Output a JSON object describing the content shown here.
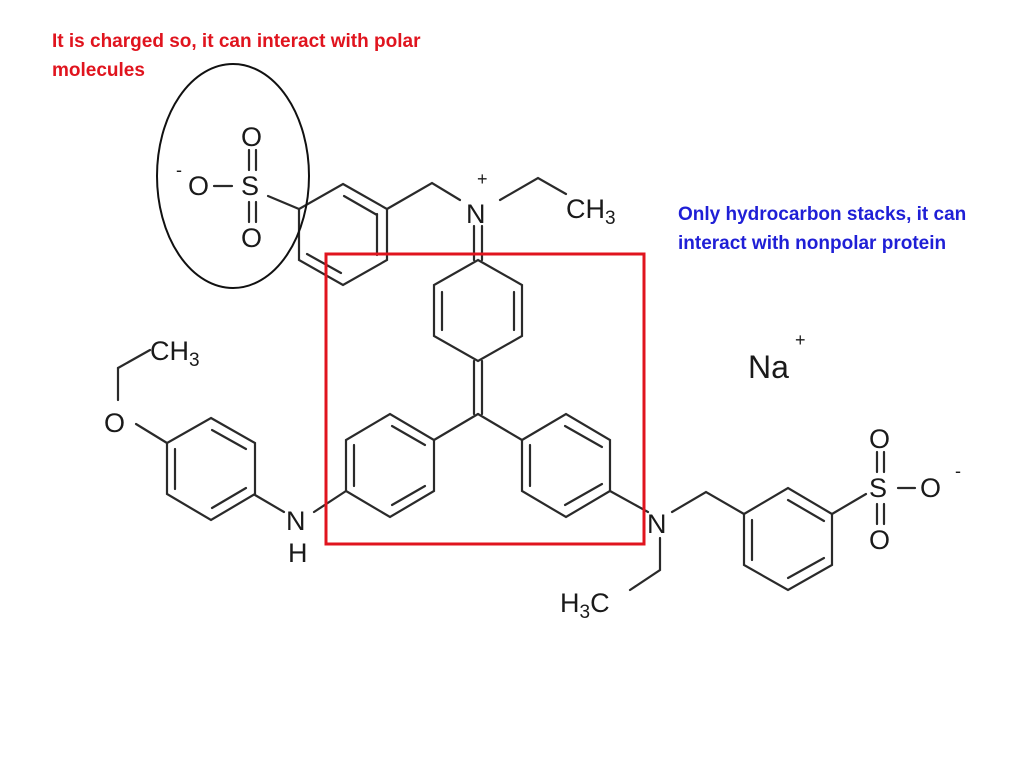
{
  "annotations": {
    "charged_group": {
      "text": "It is charged so, it can interact with polar molecules",
      "color": "#e0141e"
    },
    "hydrocarbon_stack": {
      "text": "Only hydrocarbon stacks, it can interact with nonpolar protein",
      "color": "#1f1fd6"
    }
  },
  "highlight_colors": {
    "ellipse": "#111111",
    "box": "#e0141e"
  },
  "atoms": {
    "o": "O",
    "s": "S",
    "n": "N",
    "h": "H",
    "ch3": "CH",
    "h3c_h": "H",
    "h3c_c": "C",
    "sub3": "3",
    "minus": "-",
    "plus": "+",
    "na": "Na"
  }
}
